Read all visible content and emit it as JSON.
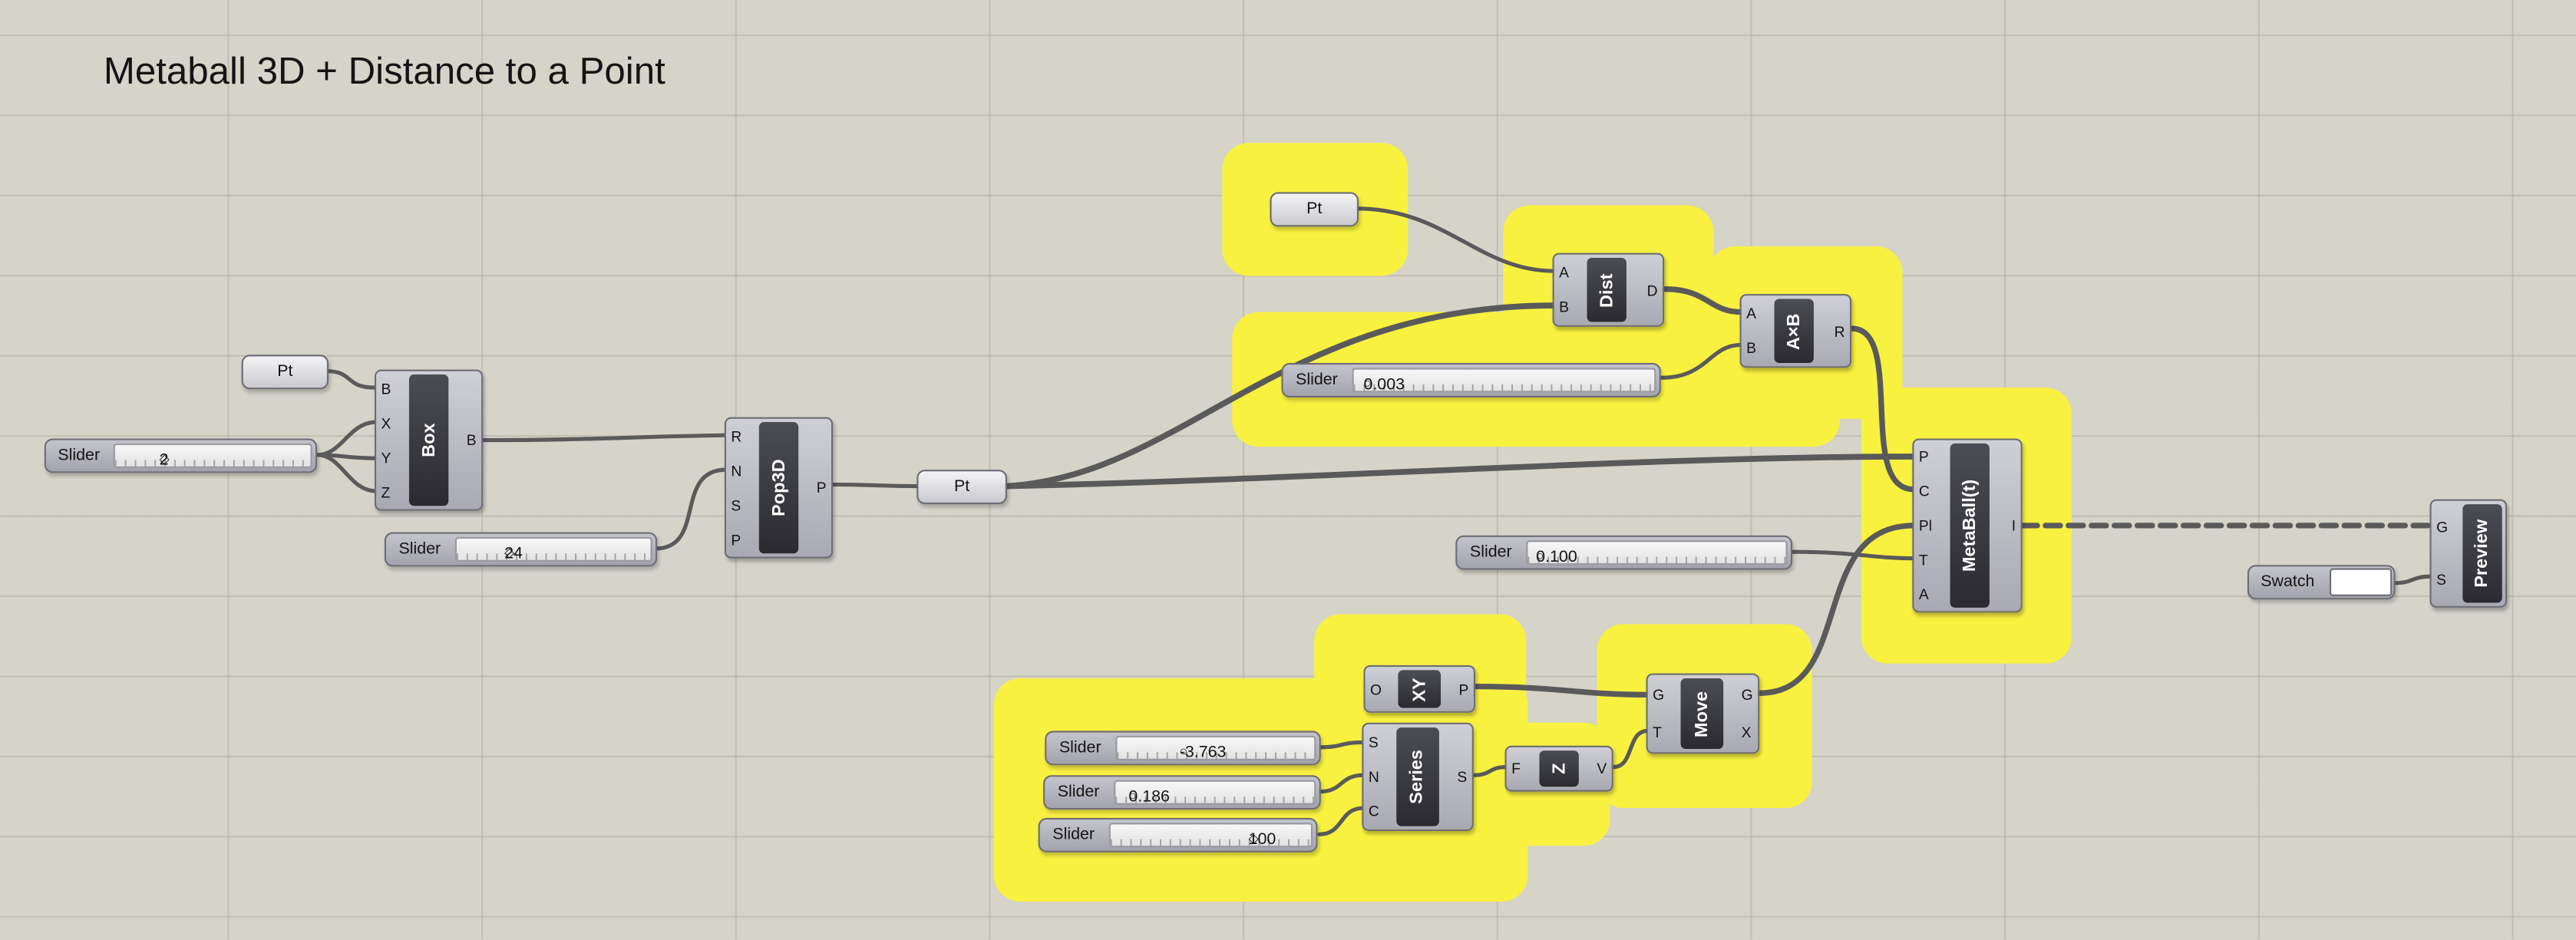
{
  "canvas": {
    "title": "Metaball 3D + Distance to a Point"
  },
  "components": {
    "box": {
      "name": "Box",
      "inputs": [
        "B",
        "X",
        "Y",
        "Z"
      ],
      "outputs": [
        "B"
      ]
    },
    "pop3d": {
      "name": "Pop3D",
      "inputs": [
        "R",
        "N",
        "S",
        "P"
      ],
      "outputs": [
        "P"
      ]
    },
    "dist": {
      "name": "Dist",
      "inputs": [
        "A",
        "B"
      ],
      "outputs": [
        "D"
      ]
    },
    "mult": {
      "name": "A×B",
      "inputs": [
        "A",
        "B"
      ],
      "outputs": [
        "R"
      ]
    },
    "metaball": {
      "name": "MetaBall(t)",
      "inputs": [
        "P",
        "C",
        "Pl",
        "T",
        "A"
      ],
      "outputs": [
        "I"
      ]
    },
    "xy": {
      "name": "XY",
      "inputs": [
        "O"
      ],
      "outputs": [
        "P"
      ]
    },
    "series": {
      "name": "Series",
      "inputs": [
        "S",
        "N",
        "C"
      ],
      "outputs": [
        "S"
      ]
    },
    "unitz": {
      "name": "Z",
      "inputs": [
        "F"
      ],
      "outputs": [
        "V"
      ]
    },
    "move": {
      "name": "Move",
      "inputs": [
        "G",
        "T"
      ],
      "outputs": [
        "G",
        "X"
      ]
    },
    "preview": {
      "name": "Preview",
      "inputs": [
        "G",
        "S"
      ]
    },
    "swatch": {
      "name": "Swatch"
    }
  },
  "params": {
    "pt_box": "Pt",
    "pt_top": "Pt",
    "pt_mid": "Pt"
  },
  "sliders": {
    "box_size": {
      "label": "Slider",
      "value": "2",
      "grip": "◇"
    },
    "pop_count": {
      "label": "Slider",
      "value": "24",
      "grip": "◇"
    },
    "factor": {
      "label": "Slider",
      "value": "0.003",
      "grip": "○"
    },
    "threshold": {
      "label": "Slider",
      "value": "0.100",
      "grip": "○"
    },
    "series_start": {
      "label": "Slider",
      "value": "-3.763",
      "grip": "○"
    },
    "series_step": {
      "label": "Slider",
      "value": "0.186",
      "grip": "○"
    },
    "series_count": {
      "label": "Slider",
      "value": "100",
      "grip": "◇"
    }
  },
  "colors": {
    "canvas": "#d6d3c9",
    "group": "#f8f140",
    "wire": "#5a5a5a"
  },
  "icons": {
    "slider_grip": "diamond-grip-icon",
    "slider_grip_float": "circle-grip-icon"
  }
}
